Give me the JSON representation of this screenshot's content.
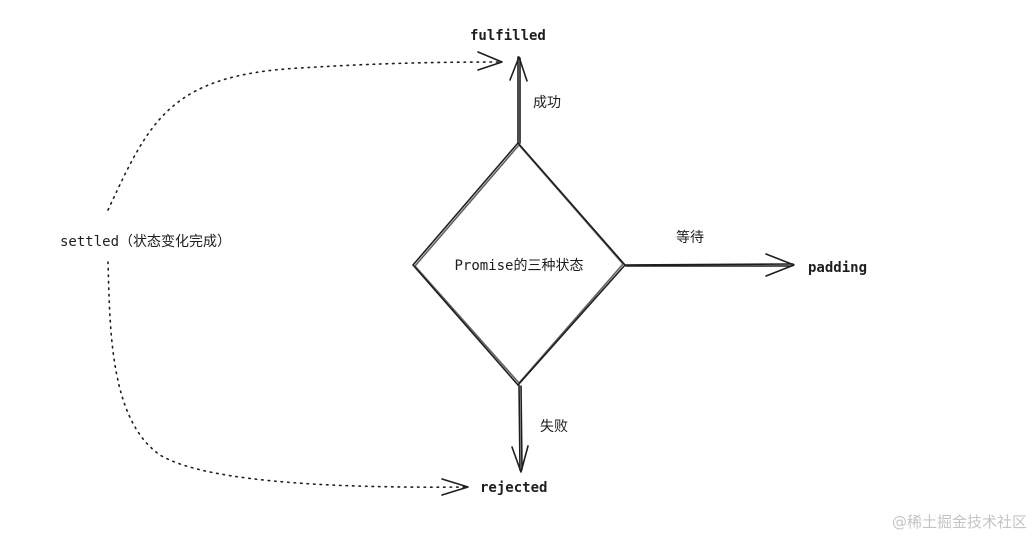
{
  "diagram": {
    "center_label": "Promise的三种状态",
    "states": {
      "fulfilled": "fulfilled",
      "rejected": "rejected",
      "pending": "padding"
    },
    "edges": {
      "success": "成功",
      "failure": "失败",
      "waiting": "等待"
    },
    "settled_label": "settled（状态变化完成）"
  },
  "watermark": "@稀土掘金技术社区"
}
